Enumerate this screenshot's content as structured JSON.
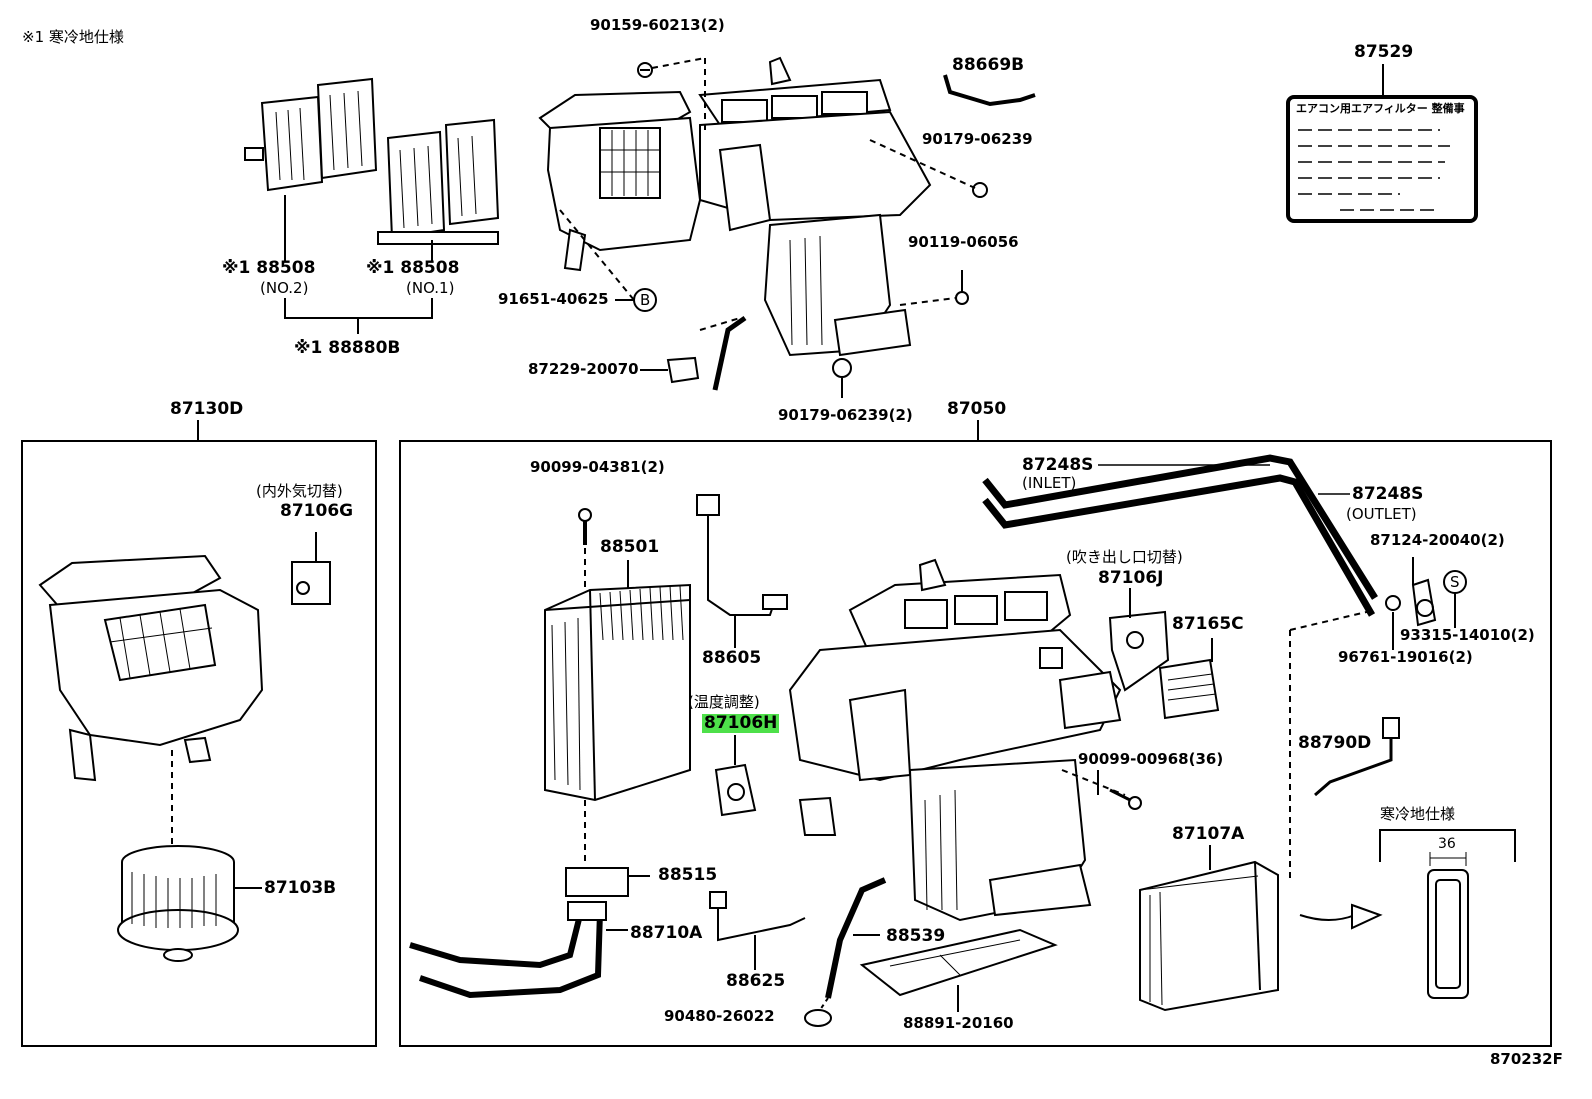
{
  "diagram_id": "870232F",
  "note_top": "※1 寒冷地仕様",
  "labels": {
    "p90159": "90159-60213(2)",
    "p88669b": "88669B",
    "p87529": "87529",
    "p90179a": "90179-06239",
    "p90119": "90119-06056",
    "p91651": "91651-40625",
    "p87229": "87229-20070",
    "p90179b": "90179-06239(2)",
    "p88508_2": "※1 88508",
    "p88508_2_sub": "(NO.2)",
    "p88508_1": "※1 88508",
    "p88508_1_sub": "(NO.1)",
    "p88880b": "※1 88880B",
    "p87130d": "87130D",
    "p87050": "87050",
    "p87106g_note": "(内外気切替)",
    "p87106g": "87106G",
    "p87103b": "87103B",
    "p90099a": "90099-04381(2)",
    "p88501": "88501",
    "p88605": "88605",
    "p87106h_note": "(温度調整)",
    "p87106h": "87106H",
    "p88515": "88515",
    "p88710a": "88710A",
    "p88625": "88625",
    "p90480": "90480-26022",
    "p88539": "88539",
    "p88891": "88891-20160",
    "p87248s_in": "87248S",
    "p87248s_in_sub": "(INLET)",
    "p87248s_out": "87248S",
    "p87248s_out_sub": "(OUTLET)",
    "p87106j_note": "(吹き出し口切替)",
    "p87106j": "87106J",
    "p87165c": "87165C",
    "p87124": "87124-20040(2)",
    "p93315": "93315-14010(2)",
    "p96761": "96761-19016(2)",
    "p90099b": "90099-00968(36)",
    "p88790d": "88790D",
    "p87107a": "87107A",
    "cold_spec": "寒冷地仕様",
    "dim36": "36"
  },
  "markers": {
    "b": "B",
    "s": "S"
  },
  "sticker_title": "エアコン用エアフィルター 整備事",
  "highlight_color": "#4ee04a"
}
